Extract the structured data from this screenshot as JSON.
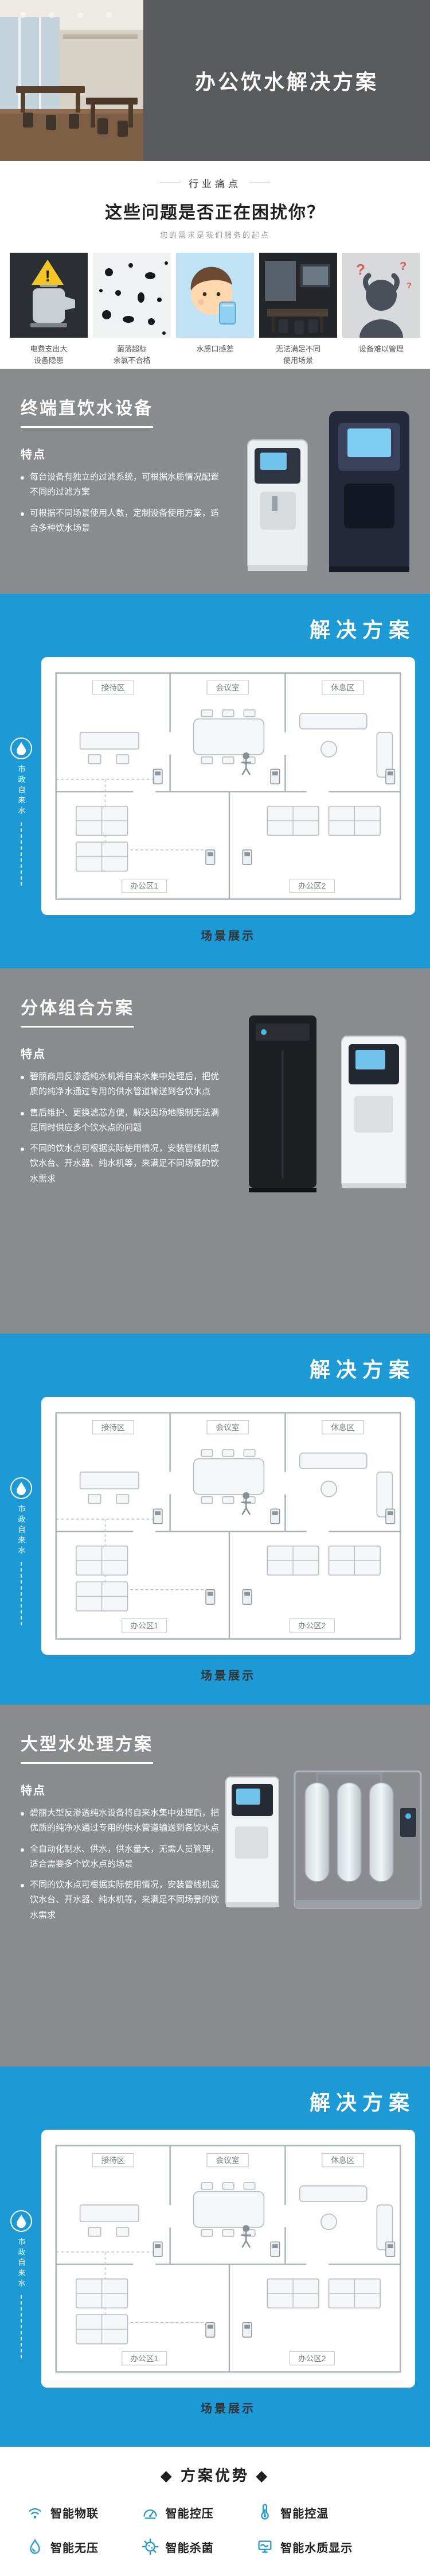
{
  "header": {
    "title": "办公饮水解决方案"
  },
  "pain": {
    "badge": "行业痛点",
    "heading": "这些问题是否正在困扰你？",
    "subheading": "您的需求是我们服务的起点",
    "items": [
      {
        "icon": "kettle-warning-icon",
        "glyph": "!",
        "caption": "电费支出大\n设备隐患"
      },
      {
        "icon": "bacteria-specks-icon",
        "caption": "菌落超标\n余氯不合格"
      },
      {
        "icon": "bad-taste-cartoon-icon",
        "caption": "水质口感差"
      },
      {
        "icon": "office-scene-icon",
        "caption": "无法满足不同\n使用场景"
      },
      {
        "icon": "confused-person-icon",
        "glyph": "?",
        "caption": "设备难以管理"
      }
    ]
  },
  "sections": {
    "terminal": {
      "title": "终端直饮水设备",
      "features_label": "特点",
      "bullets": [
        "每台设备有独立的过滤系统，可根据水质情况配置不同的过滤方案",
        "可根据不同场景使用人数，定制设备使用方案，适合多种饮水场景"
      ]
    },
    "split": {
      "title": "分体组合方案",
      "features_label": "特点",
      "bullets": [
        "碧丽商用反渗透纯水机将自来水集中处理后，把优质的纯净水通过专用的供水管道输送到各饮水点",
        "售后维护、更换滤芯方便，解决因场地限制无法满足同时供应多个饮水点的问题",
        "不同的饮水点可根据实际使用情况，安装管线机或饮水台、开水器、纯水机等，来满足不同场景的饮水需求"
      ]
    },
    "large": {
      "title": "大型水处理方案",
      "features_label": "特点",
      "bullets": [
        "碧丽大型反渗透纯水设备将自来水集中处理后，把优质的纯净水通过专用的供水管道输送到各饮水点",
        "全自动化制水、供水，供水量大，无需人员管理，适合需要多个饮水点的场景",
        "不同的饮水点可根据实际使用情况，安装管线机或饮水台、开水器、纯水机等，来满足不同场景的饮水需求"
      ]
    }
  },
  "solution": {
    "title": "解决方案",
    "caption": "场景展示",
    "source_label": "市政自来水",
    "rooms": {
      "reception": "接待区",
      "meeting": "会议室",
      "rest": "休息区",
      "office1": "办公区1",
      "office2": "办公区2"
    }
  },
  "advantages": {
    "title": "◆ 方案优势 ◆",
    "items": [
      {
        "icon": "iot-icon",
        "label": "智能物联"
      },
      {
        "icon": "pressure-control-icon",
        "label": "智能控压"
      },
      {
        "icon": "temperature-control-icon",
        "label": "智能控温"
      },
      {
        "icon": "no-pressure-icon",
        "label": "智能无压"
      },
      {
        "icon": "sterilize-icon",
        "label": "智能杀菌"
      },
      {
        "icon": "water-quality-display-icon",
        "label": "智能水质显示"
      }
    ]
  },
  "colors": {
    "accent_blue": "#1b9ad5",
    "section_gray": "#8a8b8e",
    "header_gray": "#595a5e"
  }
}
